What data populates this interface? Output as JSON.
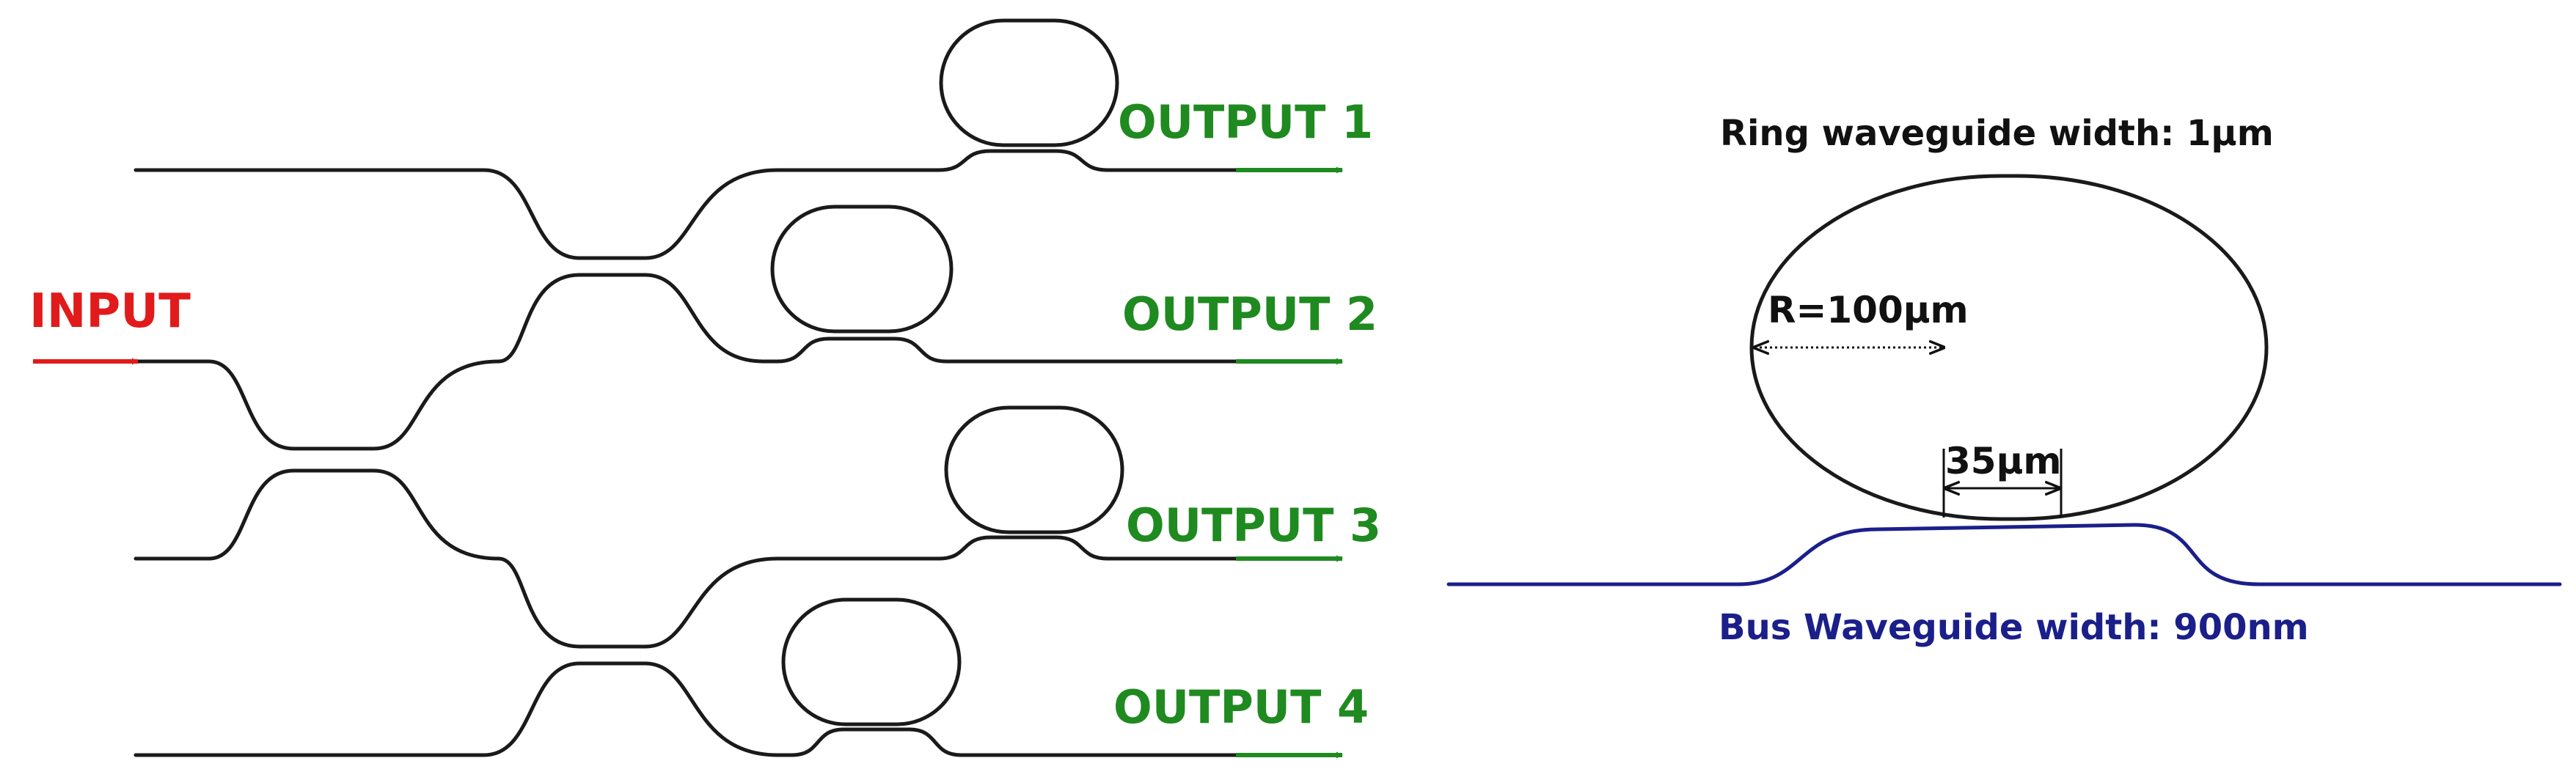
{
  "left_diagram": {
    "input_label": "INPUT",
    "outputs": [
      {
        "label": "OUTPUT 1"
      },
      {
        "label": "OUTPUT 2"
      },
      {
        "label": "OUTPUT 3"
      },
      {
        "label": "OUTPUT 4"
      }
    ]
  },
  "right_diagram": {
    "ring_width_label": "Ring waveguide width: 1µm",
    "radius_label": "R=100µm",
    "coupling_length_label": "35µm",
    "bus_width_label": "Bus Waveguide width: 900nm"
  },
  "colors": {
    "input": "#e11b1b",
    "output": "#1f8a1f",
    "waveguide": "#1a1a1a",
    "bus_waveguide": "#1b1f8a"
  }
}
